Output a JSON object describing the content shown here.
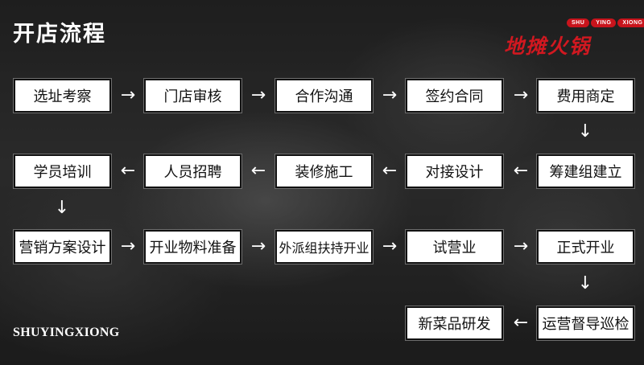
{
  "title": "开店流程",
  "logo": {
    "pills": [
      "SHU",
      "YING",
      "XIONG"
    ],
    "name": "地摊火锅"
  },
  "steps": [
    "选址考察",
    "门店审核",
    "合作沟通",
    "签约合同",
    "费用商定",
    "筹建组建立",
    "对接设计",
    "装修施工",
    "人员招聘",
    "学员培训",
    "营销方案设计",
    "开业物料准备",
    "外派组扶持开业",
    "试营业",
    "正式开业",
    "运营督导巡检",
    "新菜品研发"
  ],
  "arrows": {
    "right": "→",
    "left": "←",
    "down": "↓"
  },
  "colors": {
    "box_bg": "#ffffff",
    "text": "#111111",
    "accent": "#c8141c"
  },
  "footer": "SHUYINGXIONG"
}
